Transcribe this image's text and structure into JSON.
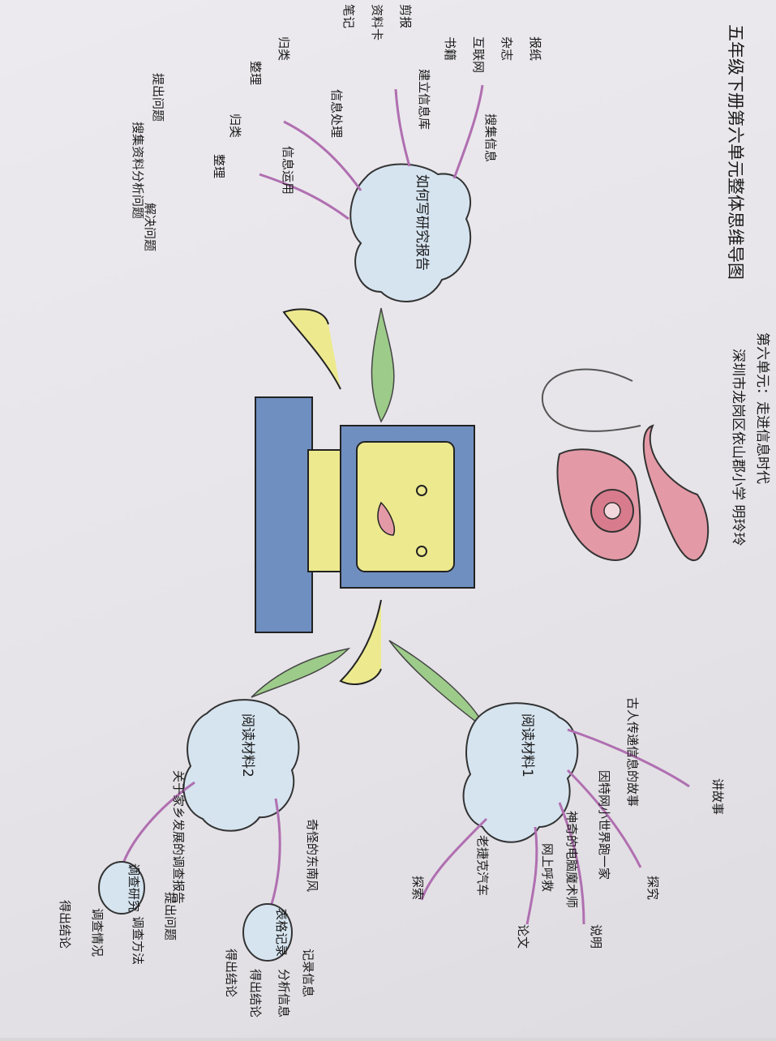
{
  "header": {
    "title": "五年级下册第六单元整体思维导图",
    "unit": "第六单元：走进信息时代",
    "author": "深圳市龙岗区依山郡小学 明玲玲"
  },
  "center": {
    "label": "电脑"
  },
  "branches": {
    "report": {
      "label": "如何写研究报告",
      "search": {
        "label": "搜集信息",
        "items": [
          "报纸",
          "杂志",
          "互联网",
          "书籍"
        ]
      },
      "database": {
        "label": "建立信息库",
        "items": [
          "剪报",
          "资料卡",
          "笔记"
        ]
      },
      "process": {
        "label": "信息处理",
        "items": [
          "归类",
          "整理"
        ]
      },
      "apply": {
        "label": "信息运用",
        "sub": [
          "归类",
          "整理"
        ],
        "items": [
          "提出问题",
          "搜集资料",
          "分析问题",
          "解决问题"
        ]
      }
    },
    "reading1": {
      "label": "阅读材料1",
      "items": [
        "古人传递信息的故事",
        "因特网小世界跑一家",
        "神奇的电脑魔术师",
        "网上呼救",
        "老捷克汽车"
      ],
      "leaves": [
        "讲故事",
        "探究",
        "说明",
        "论文",
        "探索"
      ]
    },
    "reading2": {
      "label": "阅读材料2",
      "items": [
        "奇怪的东南风",
        "关于家乡发展的调查报告"
      ],
      "sub1": {
        "label": "表格记录",
        "items": [
          "记录信息",
          "分析信息",
          "得出结论",
          "得出结论"
        ]
      },
      "sub2": {
        "label": "调查研究",
        "items": [
          "提出问题",
          "调查方法",
          "调查情况",
          "得出结论"
        ]
      }
    }
  },
  "colors": {
    "cloud": "#d6e4f0",
    "branch": "#9dcb8a",
    "sub": "#b06fb0",
    "monitor": "#6f8fc0",
    "screen": "#ece98f",
    "phone": "#e49aa6"
  }
}
